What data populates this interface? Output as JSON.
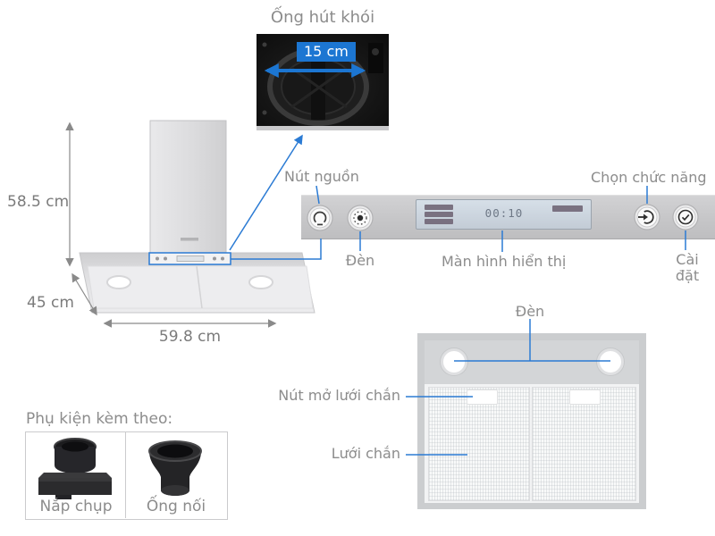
{
  "colors": {
    "accent_blue": "#2b7bd4",
    "badge_blue": "#1c76d2",
    "label_gray": "#8c8c8c",
    "panel_gray": "#c6c6c8",
    "lcd_background": "#cdd6e0"
  },
  "duct": {
    "label": "Ống hút khói",
    "diameter": "15 cm"
  },
  "dimensions": {
    "height": "58.5 cm",
    "depth": "45 cm",
    "width": "59.8 cm"
  },
  "control_panel": {
    "power_label": "Nút nguồn",
    "light_label": "Đèn",
    "display_label": "Màn hình hiển thị",
    "function_label": "Chọn chức năng",
    "settings_label": "Cài đặt",
    "display_time": "00:10",
    "icons": {
      "power": "power-icon",
      "light": "light-icon",
      "function": "function-select-icon",
      "settings": "settings-check-icon"
    }
  },
  "underside": {
    "light_label": "Đèn",
    "open_button_label": "Nút mở lưới chắn",
    "filter_label": "Lưới chắn"
  },
  "accessories": {
    "heading": "Phụ kiện kèm theo:",
    "items": [
      {
        "label": "Nắp chụp"
      },
      {
        "label": "Ống nối"
      }
    ]
  }
}
